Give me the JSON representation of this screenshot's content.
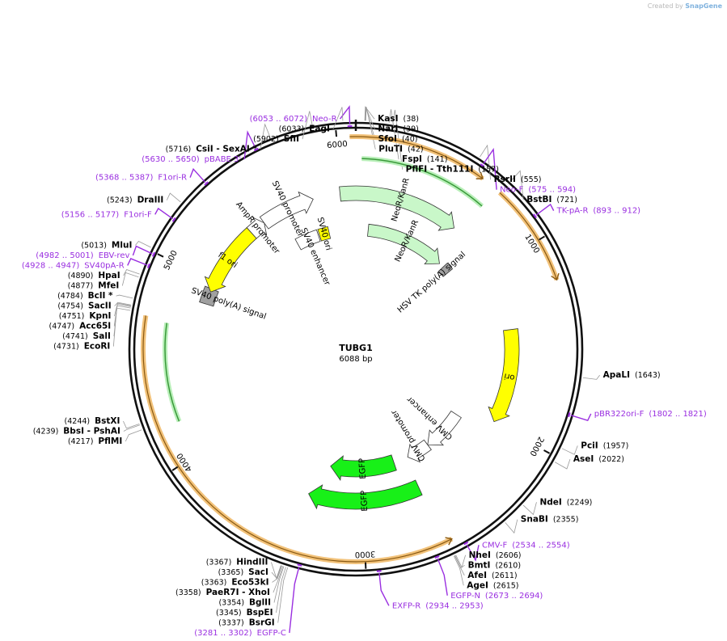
{
  "brand": {
    "prefix": "Created by",
    "name": "SnapGene"
  },
  "plasmid": {
    "name": "TUBG1",
    "size_label": "6088 bp",
    "length": 6088
  },
  "colors": {
    "primer": "#9a2fe0",
    "neo": "#c9f7c9",
    "egfp": "#18f018",
    "ori": "#ffff00",
    "polya": "#a0a0a0",
    "orf": "#f2c27a",
    "green_thread": "#3a9a3a"
  },
  "ticks": [
    {
      "pos": 1000,
      "label": "1000"
    },
    {
      "pos": 2000,
      "label": "2000"
    },
    {
      "pos": 3000,
      "label": "3000"
    },
    {
      "pos": 4000,
      "label": "4000"
    },
    {
      "pos": 5000,
      "label": "5000"
    },
    {
      "pos": 6000,
      "label": "6000"
    }
  ],
  "enzymes_right": [
    {
      "name": "KasI",
      "pos": "(38)",
      "site": 38
    },
    {
      "name": "NarI",
      "pos": "(39)",
      "site": 39
    },
    {
      "name": "SfoI",
      "pos": "(40)",
      "site": 40
    },
    {
      "name": "PluTI",
      "pos": "(42)",
      "site": 42
    },
    {
      "name": "FspI",
      "pos": "(141)",
      "site": 141
    },
    {
      "name": "PflFI - Tth111I",
      "pos": "(157)",
      "site": 157
    },
    {
      "name": "RsrII",
      "pos": "(555)",
      "site": 555
    },
    {
      "name": "BstBI",
      "pos": "(721)",
      "site": 721
    },
    {
      "name": "ApaLI",
      "pos": "(1643)",
      "site": 1643
    },
    {
      "name": "PciI",
      "pos": "(1957)",
      "site": 1957
    },
    {
      "name": "AseI",
      "pos": "(2022)",
      "site": 2022
    },
    {
      "name": "NdeI",
      "pos": "(2249)",
      "site": 2249
    },
    {
      "name": "SnaBI",
      "pos": "(2355)",
      "site": 2355
    },
    {
      "name": "NheI",
      "pos": "(2606)",
      "site": 2606
    },
    {
      "name": "BmtI",
      "pos": "(2610)",
      "site": 2610
    },
    {
      "name": "AfeI",
      "pos": "(2611)",
      "site": 2611
    },
    {
      "name": "AgeI",
      "pos": "(2615)",
      "site": 2615
    }
  ],
  "enzymes_left": [
    {
      "name": "EagI",
      "pos": "(6033)",
      "site": 6033
    },
    {
      "name": "SfiI",
      "pos": "(5902)",
      "site": 5902
    },
    {
      "name": "CsiI - SexAI *",
      "pos": "(5716)",
      "site": 5716
    },
    {
      "name": "DraIII",
      "pos": "(5243)",
      "site": 5243
    },
    {
      "name": "MluI",
      "pos": "(5013)",
      "site": 5013
    },
    {
      "name": "HpaI",
      "pos": "(4890)",
      "site": 4890
    },
    {
      "name": "MfeI",
      "pos": "(4877)",
      "site": 4877
    },
    {
      "name": "BclI *",
      "pos": "(4784)",
      "site": 4784
    },
    {
      "name": "SacII",
      "pos": "(4754)",
      "site": 4754
    },
    {
      "name": "KpnI",
      "pos": "(4751)",
      "site": 4751
    },
    {
      "name": "Acc65I",
      "pos": "(4747)",
      "site": 4747
    },
    {
      "name": "SalI",
      "pos": "(4741)",
      "site": 4741
    },
    {
      "name": "EcoRI",
      "pos": "(4731)",
      "site": 4731
    },
    {
      "name": "BstXI",
      "pos": "(4244)",
      "site": 4244
    },
    {
      "name": "BbsI - PshAI",
      "pos": "(4239)",
      "site": 4239
    },
    {
      "name": "PflMI",
      "pos": "(4217)",
      "site": 4217
    },
    {
      "name": "HindIII",
      "pos": "(3367)",
      "site": 3367
    },
    {
      "name": "SacI",
      "pos": "(3365)",
      "site": 3365
    },
    {
      "name": "Eco53kI",
      "pos": "(3363)",
      "site": 3363
    },
    {
      "name": "PaeR7I - XhoI",
      "pos": "(3358)",
      "site": 3358
    },
    {
      "name": "BglII",
      "pos": "(3354)",
      "site": 3354
    },
    {
      "name": "BspEI",
      "pos": "(3345)",
      "site": 3345
    },
    {
      "name": "BsrGI",
      "pos": "(3337)",
      "site": 3337
    }
  ],
  "primers": [
    {
      "name": "Neo-R",
      "range": "(6053 .. 6072)",
      "site": 6062
    },
    {
      "name": "pBABE 3'",
      "range": "(5630 .. 5650)",
      "site": 5640
    },
    {
      "name": "F1ori-R",
      "range": "(5368 .. 5387)",
      "site": 5377
    },
    {
      "name": "F1ori-F",
      "range": "(5156 .. 5177)",
      "site": 5166
    },
    {
      "name": "EBV-rev",
      "range": "(4982 .. 5001)",
      "site": 4991
    },
    {
      "name": "SV40pA-R",
      "range": "(4928 .. 4947)",
      "site": 4937
    },
    {
      "name": "Neo-F",
      "range": "(575 .. 594)",
      "site": 584
    },
    {
      "name": "TK-pA-R",
      "range": "(893 .. 912)",
      "site": 902
    },
    {
      "name": "pBR322ori-F",
      "range": "(1802 .. 1821)",
      "site": 1811
    },
    {
      "name": "CMV-F",
      "range": "(2534 .. 2554)",
      "site": 2544
    },
    {
      "name": "EGFP-N",
      "range": "(2673 .. 2694)",
      "site": 2683
    },
    {
      "name": "EXFP-R",
      "range": "(2934 .. 2953)",
      "site": 2943
    },
    {
      "name": "EGFP-C",
      "range": "(3281 .. 3302)",
      "site": 3291
    }
  ],
  "features": [
    {
      "id": "neo-outer",
      "label": "NeoR/KanR",
      "start": 5990,
      "end": 660,
      "r": 193,
      "w": 18,
      "dir": 1,
      "kind": "neo"
    },
    {
      "id": "neo-inner",
      "label": "NeoR/KanR",
      "start": 100,
      "end": 750,
      "r": 148,
      "w": 15,
      "dir": 1,
      "kind": "neo"
    },
    {
      "id": "hsv-tk-polya",
      "label": "HSV TK poly(A) signal",
      "start": 790,
      "end": 850,
      "r": 148,
      "w": 15,
      "dir": 0,
      "kind": "polya"
    },
    {
      "id": "ori",
      "label": "ori",
      "start": 1400,
      "end": 1990,
      "r": 193,
      "w": 18,
      "dir": 1,
      "kind": "ori"
    },
    {
      "id": "cmv-enhancer",
      "label": "CMV enhancer",
      "start": 2080,
      "end": 2420,
      "r": 148,
      "w": 15,
      "dir": 1,
      "kind": "prom"
    },
    {
      "id": "cmv-promoter",
      "label": "CMV promoter",
      "start": 2420,
      "end": 2610,
      "r": 148,
      "w": 15,
      "dir": 1,
      "kind": "prom"
    },
    {
      "id": "egfp-outer",
      "label": "EGFP",
      "start": 2630,
      "end": 3350,
      "r": 188,
      "w": 20,
      "dir": 1,
      "kind": "egfp"
    },
    {
      "id": "egfp-inner",
      "label": "EGFP",
      "start": 2730,
      "end": 3250,
      "r": 148,
      "w": 20,
      "dir": 1,
      "kind": "egfp"
    },
    {
      "id": "sv40-polya",
      "label": "SV40 poly(A) signal",
      "start": 4850,
      "end": 4950,
      "r": 193,
      "w": 18,
      "dir": 0,
      "kind": "polya"
    },
    {
      "id": "f1-ori",
      "label": "f1 ori",
      "start": 4930,
      "end": 5380,
      "r": 193,
      "w": 18,
      "dir": -1,
      "kind": "ori"
    },
    {
      "id": "ampr-promoter",
      "label": "AmpR promoter",
      "start": 5380,
      "end": 5480,
      "r": 193,
      "w": 18,
      "dir": 1,
      "kind": "prom"
    },
    {
      "id": "sv40-promoter",
      "label": "SV40 promoter",
      "start": 5480,
      "end": 5820,
      "r": 193,
      "w": 18,
      "dir": 1,
      "kind": "prom"
    },
    {
      "id": "sv40-enhancer",
      "label": "SV40 enhancer",
      "start": 5600,
      "end": 5780,
      "r": 148,
      "w": 15,
      "dir": 0,
      "kind": "prom"
    },
    {
      "id": "sv40-ori",
      "label": "SV40 ori",
      "start": 5790,
      "end": 5870,
      "r": 148,
      "w": 15,
      "dir": 0,
      "kind": "ori"
    }
  ],
  "orf_arcs": [
    {
      "start": 6060,
      "end": 620,
      "dir": 1
    },
    {
      "start": 720,
      "end": 1200,
      "dir": 1
    },
    {
      "start": 2590,
      "end": 4720,
      "dir": -1
    }
  ],
  "green_threads": [
    {
      "start": 30,
      "end": 700,
      "dir": -1
    },
    {
      "start": 4190,
      "end": 4700,
      "dir": -1
    }
  ]
}
